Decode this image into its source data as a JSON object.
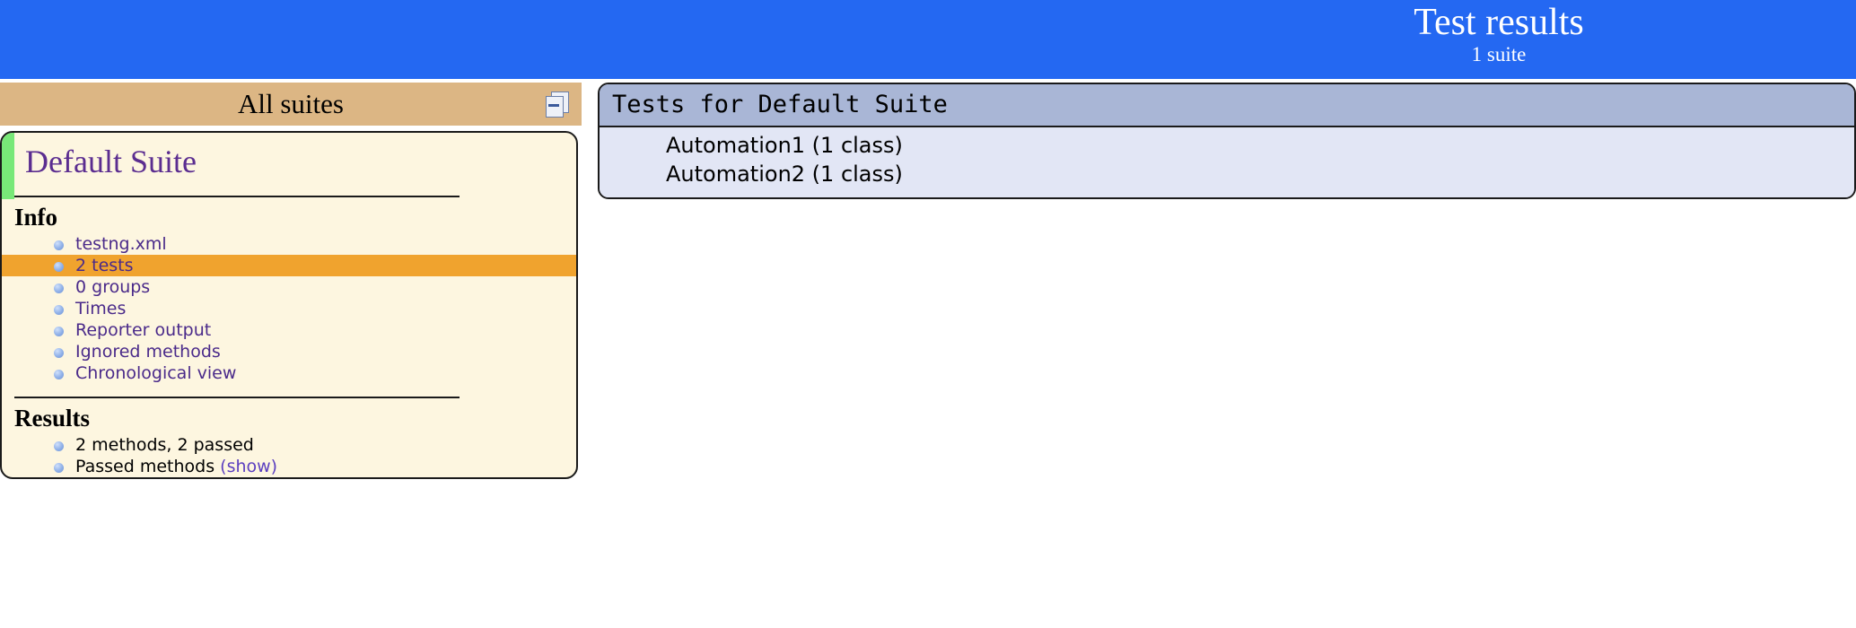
{
  "banner": {
    "title": "Test results",
    "subtitle": "1 suite",
    "background_color": "#2468f2"
  },
  "left_panel": {
    "header": {
      "title": "All suites",
      "background_color": "#dcb684",
      "collapse_icon": "collapse-minus-icon"
    },
    "suite": {
      "name": "Default Suite",
      "name_color": "#5b2d90",
      "status_bar_color": "#78e878",
      "card_background": "#fdf6e0",
      "info_heading": "Info",
      "info_items": [
        {
          "label": "testng.xml",
          "highlighted": false
        },
        {
          "label": "2 tests",
          "highlighted": true
        },
        {
          "label": "0 groups",
          "highlighted": false
        },
        {
          "label": "Times",
          "highlighted": false
        },
        {
          "label": "Reporter output",
          "highlighted": false
        },
        {
          "label": "Ignored methods",
          "highlighted": false
        },
        {
          "label": "Chronological view",
          "highlighted": false
        }
      ],
      "highlight_color": "#f0a32e",
      "results_heading": "Results",
      "results_items": [
        {
          "label": "2 methods, 2 passed",
          "link": ""
        },
        {
          "label": "Passed methods",
          "link": "(show)"
        }
      ]
    }
  },
  "right_panel": {
    "header_title": "Tests for Default Suite",
    "header_background": "#a9b6d6",
    "body_background": "#e2e6f5",
    "tests": [
      "Automation1 (1 class)",
      "Automation2 (1 class)"
    ]
  }
}
